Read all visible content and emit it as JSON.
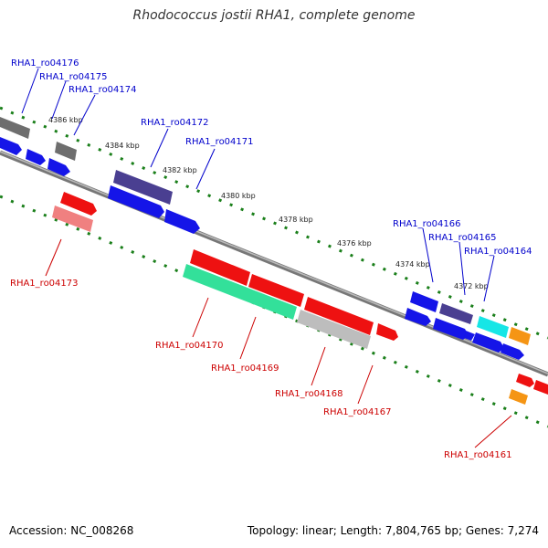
{
  "title": "Rhodococcus jostii RHA1, complete genome",
  "footer": {
    "accession": "Accession: NC_008268",
    "summary": "Topology: linear; Length: 7,804,765 bp; Genes: 7,274"
  },
  "colors": {
    "backbone": "#7a7a7a",
    "dots": "#1a7f1a",
    "label_top": "#0000cc",
    "label_bottom": "#cc0000",
    "blue": "#1515e8",
    "red": "#ee1111",
    "pink": "#f08080",
    "gray": "#6e6e6e",
    "lightgray": "#bdbdbd",
    "navy": "#4a3f91",
    "mint": "#33e09a",
    "cyan": "#16e6e6",
    "orange": "#f59514"
  },
  "ticks": [
    "4386 kbp",
    "4384 kbp",
    "4382 kbp",
    "4380 kbp",
    "4378 kbp",
    "4376 kbp",
    "4374 kbp",
    "4372 kbp"
  ],
  "labels_top": [
    "RHA1_ro04176",
    "RHA1_ro04175",
    "RHA1_ro04174",
    "RHA1_ro04172",
    "RHA1_ro04171",
    "RHA1_ro04166",
    "RHA1_ro04165",
    "RHA1_ro04164"
  ],
  "labels_bottom": [
    "RHA1_ro04173",
    "RHA1_ro04170",
    "RHA1_ro04169",
    "RHA1_ro04168",
    "RHA1_ro04167",
    "RHA1_ro04161"
  ]
}
